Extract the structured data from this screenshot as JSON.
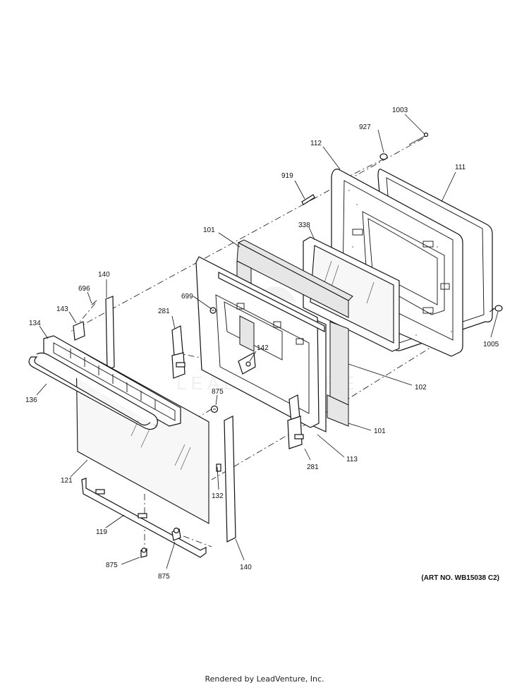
{
  "callouts": {
    "c1003": "1003",
    "c927": "927",
    "c112": "112",
    "c111": "111",
    "c919": "919",
    "c338": "338",
    "c101_top": "101",
    "c140_top": "140",
    "c696": "696",
    "c699": "699",
    "c281_left": "281",
    "c143": "143",
    "c134": "134",
    "c142": "142",
    "c1005": "1005",
    "c102": "102",
    "c136": "136",
    "c875_mid": "875",
    "c101_bottom": "101",
    "c113": "113",
    "c281_right": "281",
    "c121": "121",
    "c132": "132",
    "c119": "119",
    "c875_bottom_left": "875",
    "c875_bottom_right": "875",
    "c140_bottom": "140"
  },
  "art_number": "(ART NO. WB15038 C2)",
  "watermark": "LEADVENTURE",
  "footer": "Rendered by LeadVenture, Inc."
}
